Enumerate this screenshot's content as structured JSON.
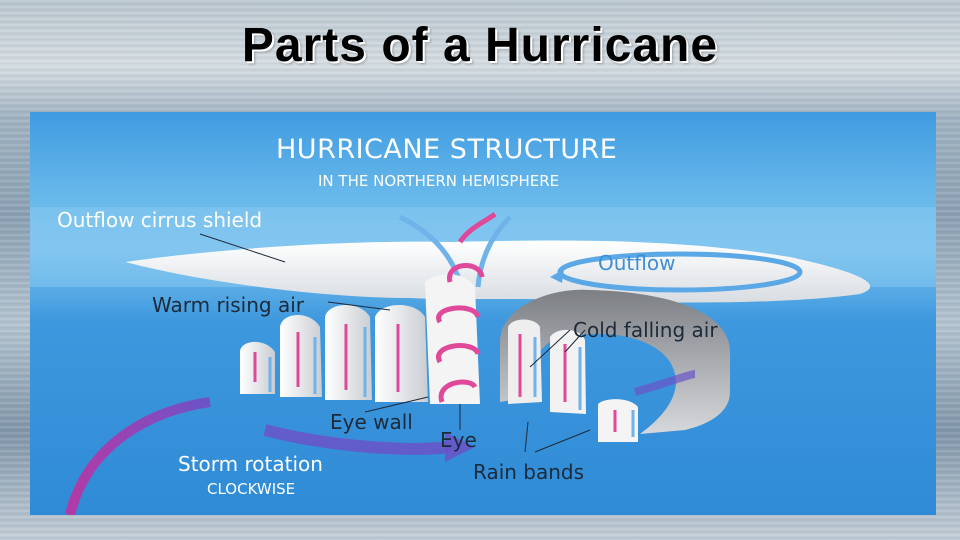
{
  "slide": {
    "title": "Parts of a Hurricane"
  },
  "diagram": {
    "heading": "HURRICANE STRUCTURE",
    "subheading": "IN THE NORTHERN HEMISPHERE",
    "labels": {
      "outflow_cirrus_shield": "Outflow cirrus shield",
      "outflow": "Outflow",
      "warm_rising_air": "Warm rising air",
      "cold_falling_air": "Cold falling air",
      "eye_wall": "Eye wall",
      "eye": "Eye",
      "storm_rotation": "Storm rotation",
      "rotation_direction": "CLOCKWISE",
      "rain_bands": "Rain bands"
    },
    "colors": {
      "sky_blue": "#3f9be0",
      "heading_text": "#ffffff",
      "label_text": "#1d2a3a",
      "warm_arrow": "#e0489a",
      "cold_arrow": "#6fb3ea",
      "rotation_arrow": "#9a3fb8",
      "cloud": "#f2f2f2"
    }
  }
}
